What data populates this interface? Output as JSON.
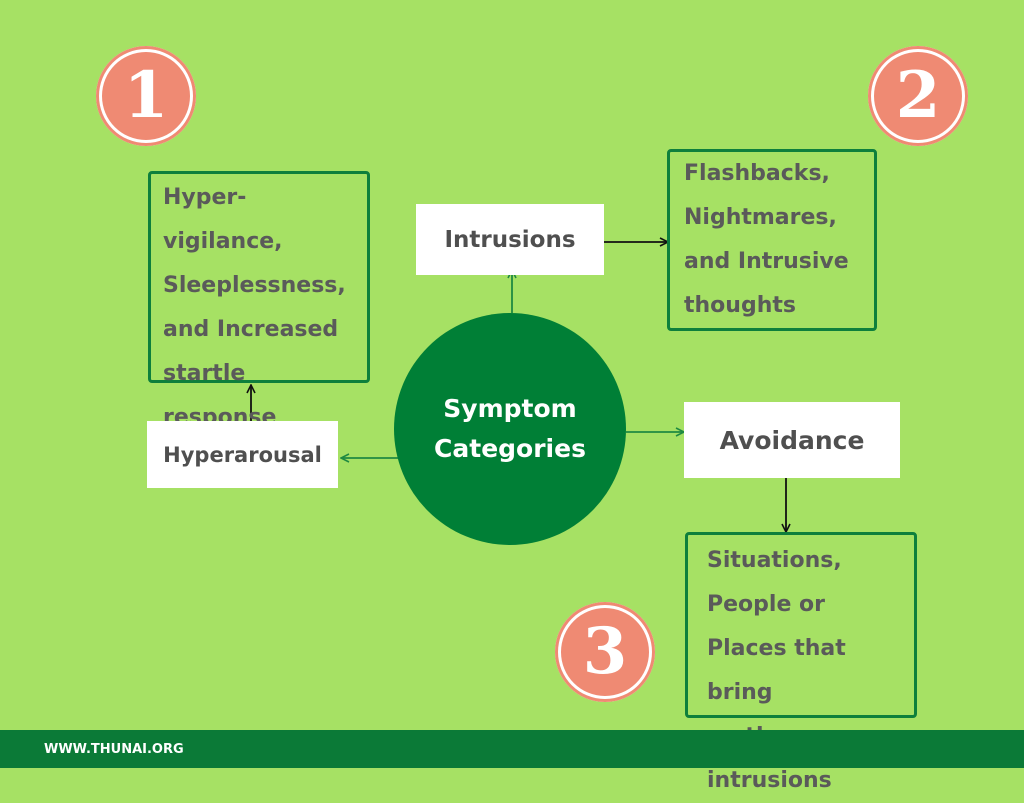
{
  "badges": {
    "one": "1",
    "two": "2",
    "three": "3"
  },
  "center": {
    "label": "Symptom\nCategories"
  },
  "categories": {
    "intrusions": {
      "label": "Intrusions",
      "details": "Flashbacks,\nNightmares,\nand Intrusive\nthoughts"
    },
    "hyperarousal": {
      "label": "Hyperarousal",
      "details": "Hyper-vigilance,\nSleeplessness,\nand Increased\nstartle response\n(“jumpiness”)"
    },
    "avoidance": {
      "label": "Avoidance",
      "details": "Situations,\nPeople or\nPlaces that bring\non the intrusions"
    }
  },
  "footer": {
    "url": "WWW.THUNAI.ORG"
  },
  "colors": {
    "background": "#a6e164",
    "dark_green": "#007f36",
    "box_border": "#0e7f3c",
    "badge": "#ef8a73",
    "text_gray": "#5a5a5a"
  }
}
